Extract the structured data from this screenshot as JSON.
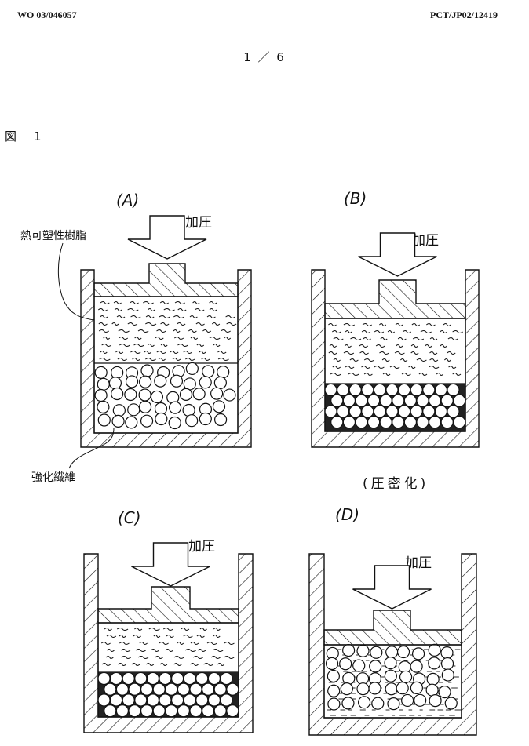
{
  "header": {
    "publication_number": "WO 03/046057",
    "application_number": "PCT/JP02/12419"
  },
  "page_number": "1 ／ 6",
  "figure": {
    "label_prefix": "図",
    "label_number": "1",
    "panels": [
      {
        "id": "A",
        "title": "(A)",
        "pressure_label": "加圧",
        "state": "resin layer above loose fibers"
      },
      {
        "id": "B",
        "title": "(B)",
        "pressure_label": "加圧",
        "state": "fibers compacted",
        "caption": "(圧密化)"
      },
      {
        "id": "C",
        "title": "(C)",
        "pressure_label": "加圧",
        "state": "resin begins to impregnate fibers"
      },
      {
        "id": "D",
        "title": "(D)",
        "pressure_label": "加圧",
        "state": "resin fully impregnated among fibers"
      }
    ],
    "callouts": {
      "resin": "熱可塑性樹脂",
      "fiber": "強化繊維"
    }
  }
}
